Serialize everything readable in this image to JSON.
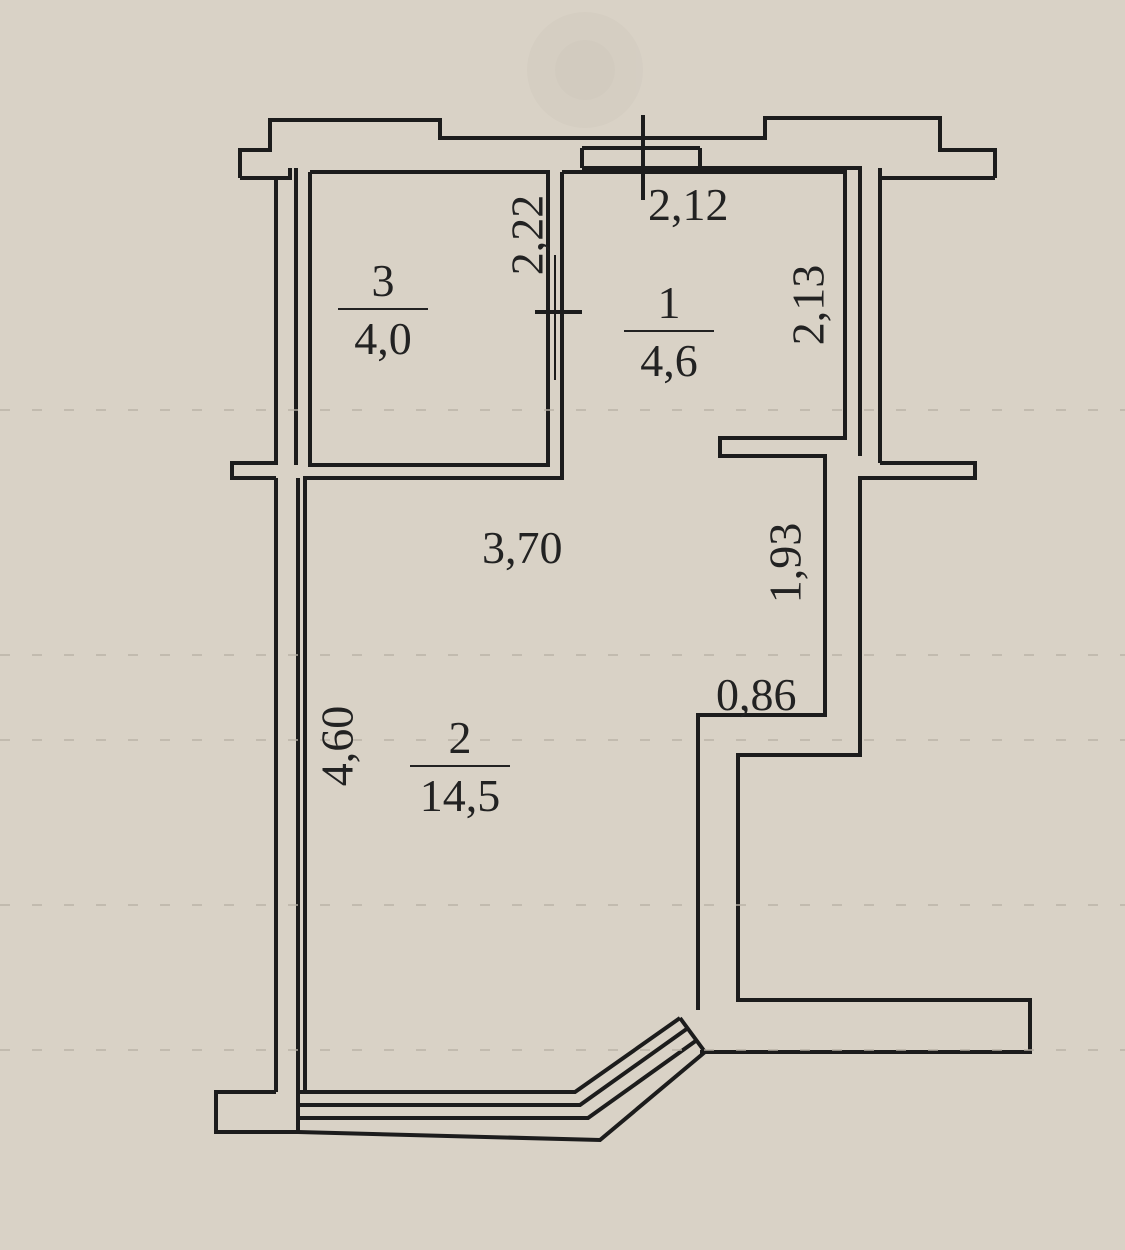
{
  "rooms": [
    {
      "number": "1",
      "area": "4,6"
    },
    {
      "number": "2",
      "area": "14,5"
    },
    {
      "number": "3",
      "area": "4,0"
    }
  ],
  "dimensions": {
    "room3_height": "2,22",
    "room1_width": "2,12",
    "room1_height": "2,13",
    "room2_width": "3,70",
    "room2_niche_height": "1,93",
    "room2_niche_width": "0,86",
    "room2_height": "4,60"
  },
  "colors": {
    "paper": "#d9d2c6",
    "wall_line": "#1c1c1c"
  }
}
